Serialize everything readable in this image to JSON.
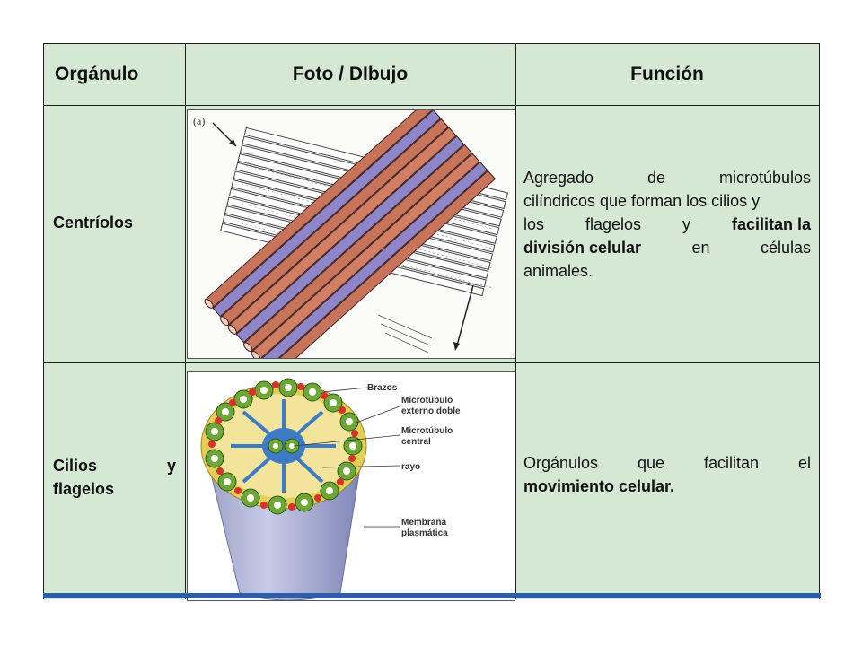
{
  "headers": {
    "organelle": "Orgánulo",
    "image": "Foto / DIbujo",
    "function": "Función"
  },
  "rows": [
    {
      "name": "Centríolos",
      "description": {
        "line1": [
          "Agregado",
          "de",
          "microtúbulos"
        ],
        "line2": "cilíndricos que forman los cilios y",
        "line3_a": [
          "los",
          "flagelos",
          "y"
        ],
        "line3_b": "facilitan la",
        "line4_b": "división celular",
        "line4_rest": [
          "en",
          "células"
        ],
        "line5": "animales."
      },
      "figure_marker": "(a)"
    },
    {
      "name_part1": "Cilios",
      "name_part2": "y",
      "name_part3": "flagelos",
      "description": {
        "line1": [
          "Orgánulos",
          "que",
          "facilitan",
          "el"
        ],
        "line2_b": "movimiento celular."
      },
      "figure_labels": {
        "arms": "Brazos",
        "outer_1": "Microtúbulo",
        "outer_2": "externo doble",
        "central_1": "Microtúbulo",
        "central_2": "central",
        "spoke": "rayo",
        "membrane_1": "Membrana",
        "membrane_2": "plasmática"
      }
    }
  ],
  "colors": {
    "cell_background": "#d5e8d4",
    "grid_lines": "#1e1e1e",
    "accent_strip": "#2f5ea8"
  }
}
